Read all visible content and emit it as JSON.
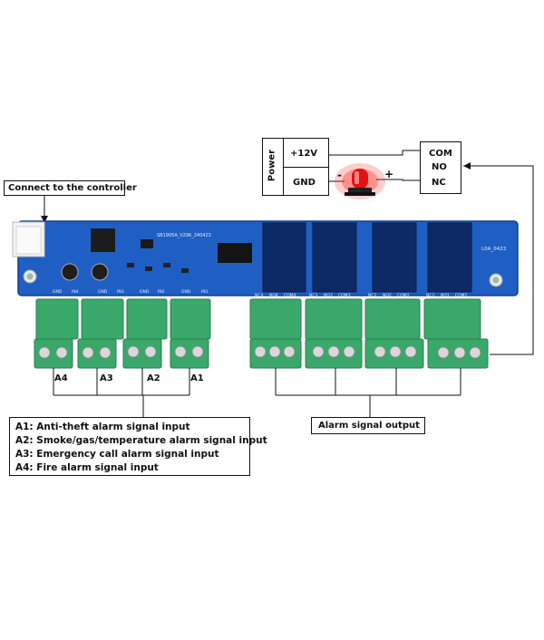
{
  "controller_label": "Connect to the controller",
  "power": {
    "title": "Power",
    "plus": "+12V",
    "gnd": "GND"
  },
  "relay_box": {
    "com": "COM",
    "no": "NO",
    "nc": "NC"
  },
  "siren": {
    "minus": "-",
    "plus": "+"
  },
  "board": {
    "model": "SB1905A_V296_240423",
    "version": "L0A_0423",
    "input_header": [
      "GND",
      "IN4",
      "GND",
      "IN3",
      "GND",
      "IN2",
      "GND",
      "IN1"
    ],
    "output_header": [
      "NC4",
      "NO4",
      "COM4",
      "NC3",
      "NO3",
      "COM3",
      "NC2",
      "NO2",
      "COM2",
      "NC1",
      "NO1",
      "COM1"
    ]
  },
  "inputs": [
    "A4",
    "A3",
    "A2",
    "A1"
  ],
  "output_label": "Alarm signal output",
  "legend": [
    "A1: Anti-theft alarm signal input",
    "A2: Smoke/gas/temperature alarm signal input",
    "A3: Emergency call alarm signal input",
    "A4: Fire alarm signal input"
  ],
  "colors": {
    "pcb": "#1f5fc4",
    "terminal": "#3aa86a",
    "relay": "#0d2a66",
    "siren": "#ee1c1c"
  }
}
